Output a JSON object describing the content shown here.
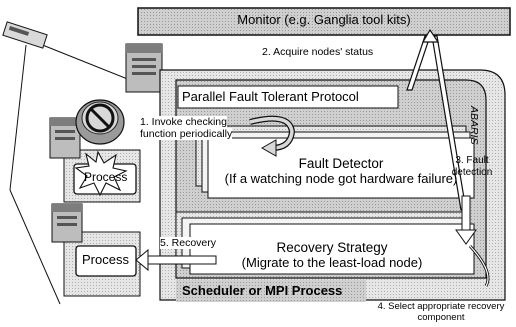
{
  "diagram": {
    "monitor_label": "Monitor (e.g. Ganglia tool kits)",
    "protocol_label": "Parallel Fault Tolerant Protocol",
    "abaris_label": "ABARIS",
    "fault_detector": {
      "title": "Fault Detector",
      "subtitle": "(If a watching node got hardware failure)"
    },
    "recovery_strategy": {
      "title": "Recovery Strategy",
      "subtitle": "(Migrate to the least-load node)"
    },
    "scheduler_label": "Scheduler or MPI Process",
    "process_box_label": "Process",
    "failed_process_label": "Process",
    "steps": {
      "step1_line1": "1. Invoke checking",
      "step1_line2": "function periodically",
      "step2": "2. Acquire nodes' status",
      "step3_line1": "3. Fault",
      "step3_line2": "detection",
      "step4_line1": "4. Select appropriate recovery",
      "step4_line2": "component",
      "step5": "5. Recovery"
    }
  }
}
